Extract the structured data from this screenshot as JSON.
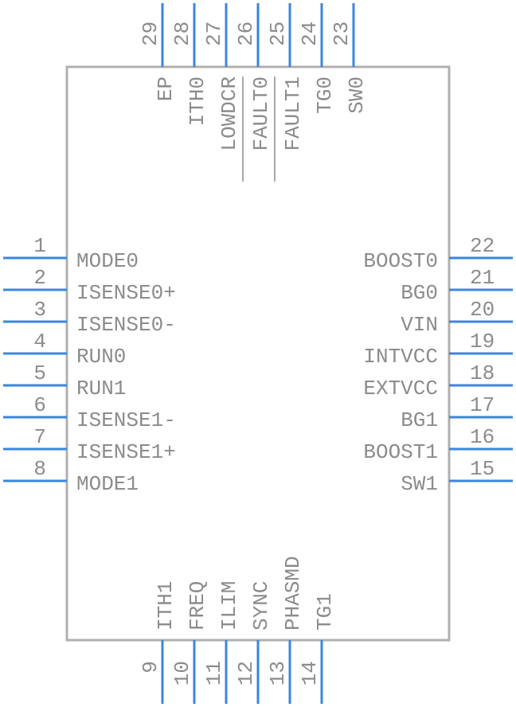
{
  "left_pins": [
    {
      "num": "1",
      "name": "MODE0"
    },
    {
      "num": "2",
      "name": "ISENSE0+"
    },
    {
      "num": "3",
      "name": "ISENSE0-"
    },
    {
      "num": "4",
      "name": "RUN0"
    },
    {
      "num": "5",
      "name": "RUN1"
    },
    {
      "num": "6",
      "name": "ISENSE1-"
    },
    {
      "num": "7",
      "name": "ISENSE1+"
    },
    {
      "num": "8",
      "name": "MODE1"
    }
  ],
  "right_pins": [
    {
      "num": "22",
      "name": "BOOST0"
    },
    {
      "num": "21",
      "name": "BG0"
    },
    {
      "num": "20",
      "name": "VIN"
    },
    {
      "num": "19",
      "name": "INTVCC"
    },
    {
      "num": "18",
      "name": "EXTVCC"
    },
    {
      "num": "17",
      "name": "BG1"
    },
    {
      "num": "16",
      "name": "BOOST1"
    },
    {
      "num": "15",
      "name": "SW1"
    }
  ],
  "top_pins": [
    {
      "num": "29",
      "name": "EP"
    },
    {
      "num": "28",
      "name": "ITH0"
    },
    {
      "num": "27",
      "name": "LOWDCR"
    },
    {
      "num": "26",
      "name": "FAULT0",
      "overbar": true
    },
    {
      "num": "25",
      "name": "FAULT1",
      "overbar": true
    },
    {
      "num": "24",
      "name": "TG0"
    },
    {
      "num": "23",
      "name": "SW0"
    }
  ],
  "bottom_pins": [
    {
      "num": "9",
      "name": "ITH1"
    },
    {
      "num": "10",
      "name": "FREQ"
    },
    {
      "num": "11",
      "name": "ILIM"
    },
    {
      "num": "12",
      "name": "SYNC"
    },
    {
      "num": "13",
      "name": "PHASMD"
    },
    {
      "num": "14",
      "name": "TG1"
    }
  ]
}
